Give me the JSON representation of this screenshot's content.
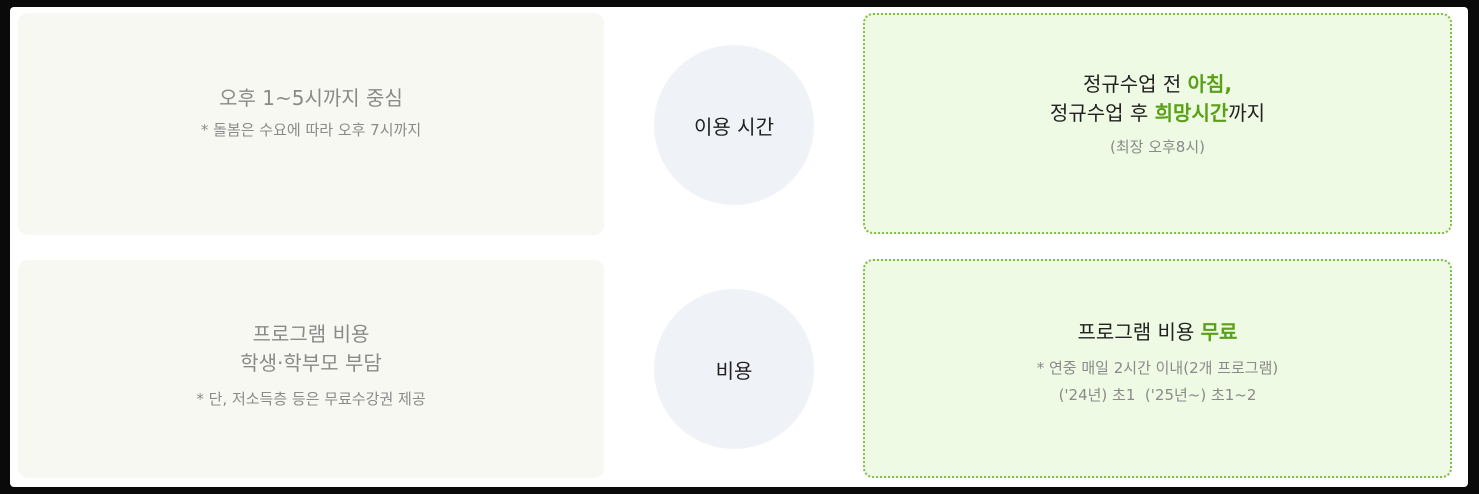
{
  "row_time": {
    "old": {
      "line1": "오후 1~5시까지 중심",
      "note": "* 돌봄은 수요에 따라 오후 7시까지"
    },
    "label": "이용 시간",
    "new": {
      "line1_prefix": "정규수업 전 ",
      "line1_highlight": "아침,",
      "line2_prefix": "정규수업 후 ",
      "line2_highlight": "희망시간",
      "line2_suffix": "까지",
      "sub": "(최장 오후8시)"
    }
  },
  "row_cost": {
    "old": {
      "line1": "프로그램 비용",
      "line2": "학생·학부모 부담",
      "note": "* 단, 저소득층 등은 무료수강권 제공"
    },
    "label": "비용",
    "new": {
      "line1_prefix": "프로그램 비용 ",
      "line1_highlight": "무료",
      "note1": "* 연중 매일 2시간 이내(2개 프로그램)",
      "note2": "('24년) 초1  ('25년~) 초1~2"
    }
  },
  "colors": {
    "accent_green": "#5aa018",
    "new_card_bg": "#effae4",
    "old_card_bg": "#f8f8f3",
    "circle_bg": "#eff2f7"
  }
}
